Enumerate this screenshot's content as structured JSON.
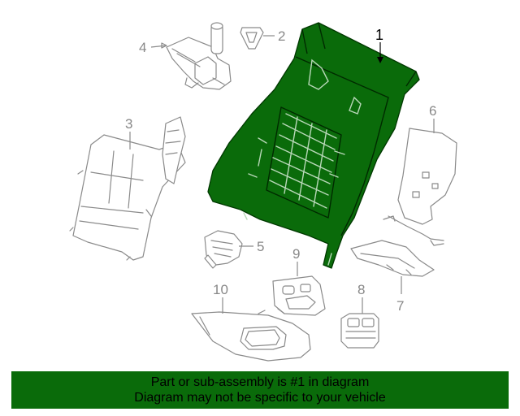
{
  "callouts": {
    "c1": "1",
    "c2": "2",
    "c3": "3",
    "c4": "4",
    "c5": "5",
    "c6": "6",
    "c7": "7",
    "c8": "8",
    "c9": "9",
    "c10": "10"
  },
  "banner": {
    "line1": "Part or sub-assembly is #1 in diagram",
    "line2": "Diagram may not be specific to your vehicle"
  },
  "colors": {
    "highlight": "#0a6b0a",
    "outline": "#8a8a8a",
    "background": "#ffffff"
  }
}
